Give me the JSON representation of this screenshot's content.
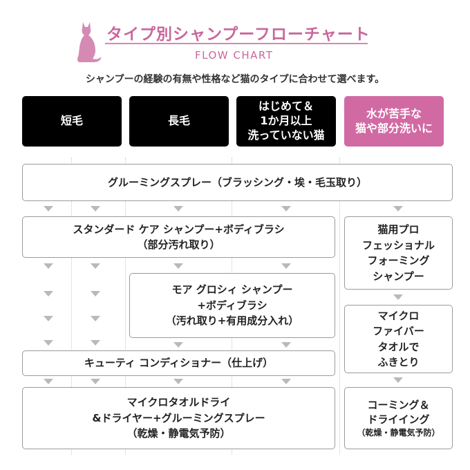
{
  "header": {
    "title": "タイプ別シャンプーフローチャート",
    "subtitle": "FLOW CHART",
    "intro": "シャンプーの経験の有無や性格など猫のタイプに合わせて選べます。"
  },
  "colors": {
    "accent_pink": "#d16aa3",
    "title_pink": "#c9679b",
    "type_black": "#000000",
    "arrow_gray": "#b9b9b9"
  },
  "icons": {
    "header_icon": "cat-silhouette-icon"
  },
  "types": [
    {
      "label": "短毛"
    },
    {
      "label": "長毛"
    },
    {
      "label": "はじめて＆\n1か月以上\n洗っていない猫"
    },
    {
      "label": "水が苦手な\n猫や部分洗いに"
    }
  ],
  "steps": {
    "grooming_spray": "グルーミングスプレー（ブラッシング・埃・毛玉取り）",
    "standard_care": "スタンダード ケア シャンプー+ボディブラシ\n（部分汚れ取り）",
    "moa_glossy": "モア グロシィ シャンプー\n+ボディブラシ\n（汚れ取り+有用成分入れ）",
    "cutie_conditioner": "キューティ コンディショナー（仕上げ）",
    "microtowel_dry": "マイクロタオルドライ\n&ドライヤー+グルーミングスプレー\n（乾燥・静電気予防）",
    "foaming_shampoo": "猫用プロ\nフェッショナル\nフォーミング\nシャンプー",
    "microfiber_towel": "マイクロ\nファイバー\nタオルで\nふきとり",
    "combing_drying": "コーミング＆\nドライイング",
    "combing_drying_sub": "（乾燥・静電気予防）"
  }
}
